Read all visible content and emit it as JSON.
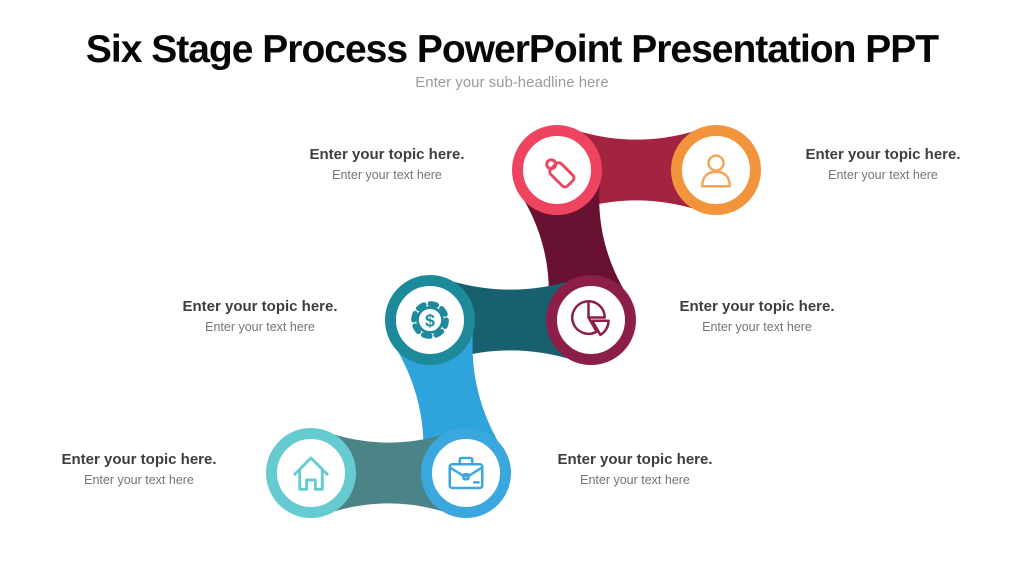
{
  "title": "Six Stage Process PowerPoint Presentation PPT",
  "subtitle": "Enter your sub-headline here",
  "stages": [
    {
      "id": "tag",
      "icon": "tag-icon",
      "ring_color": "#EF4460",
      "icon_color": "#EF4460",
      "topic": "Enter your topic here.",
      "text": "Enter your text here"
    },
    {
      "id": "person",
      "icon": "person-icon",
      "ring_color": "#F2943C",
      "icon_color": "#F2A75C",
      "topic": "Enter your topic here.",
      "text": "Enter your text here"
    },
    {
      "id": "gear",
      "icon": "gear-dollar-icon",
      "ring_color": "#1C8A9A",
      "icon_color": "#1C8A9A",
      "topic": "Enter your topic here.",
      "text": "Enter your text here"
    },
    {
      "id": "pie",
      "icon": "pie-chart-icon",
      "ring_color": "#8C1F49",
      "icon_color": "#8C1F49",
      "topic": "Enter your topic here.",
      "text": "Enter your text here"
    },
    {
      "id": "home",
      "icon": "home-icon",
      "ring_color": "#65CBD0",
      "icon_color": "#65CBD0",
      "topic": "Enter your topic here.",
      "text": "Enter your text here"
    },
    {
      "id": "briefcase",
      "icon": "briefcase-icon",
      "ring_color": "#3AA8DF",
      "icon_color": "#3AA8DF",
      "topic": "Enter your topic here.",
      "text": "Enter your text here"
    }
  ],
  "connectors": [
    {
      "from": "tag",
      "to": "person",
      "color": "#A42341"
    },
    {
      "from": "tag",
      "to": "pie",
      "color": "#691132"
    },
    {
      "from": "gear",
      "to": "pie",
      "color": "#18606E"
    },
    {
      "from": "gear",
      "to": "briefcase",
      "color": "#2FA3DB"
    },
    {
      "from": "home",
      "to": "briefcase",
      "color": "#4A8486"
    }
  ],
  "colors": {
    "background": "#ffffff",
    "title": "#070707",
    "subtitle": "#9b9b9b",
    "topic_text": "#3e3e3e",
    "body_text": "#747474"
  }
}
